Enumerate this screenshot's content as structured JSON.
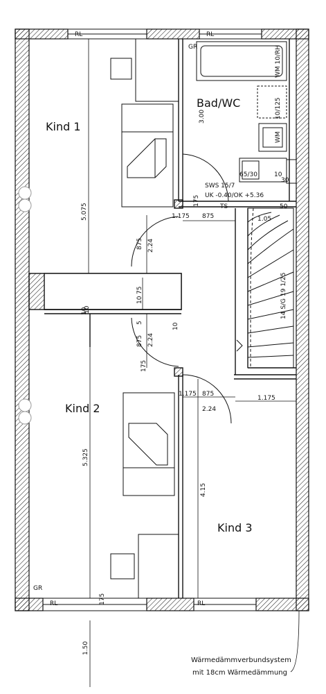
{
  "rooms": {
    "kind1": "Kind 1",
    "kind2": "Kind 2",
    "kind3": "Kind 3",
    "bad": "Bad/WC"
  },
  "window_labels": {
    "top_left": "RL",
    "top_right": "RL",
    "bottom_left": "RL",
    "bottom_right": "RL",
    "gr_top": "GR",
    "gr_bottom": "GR"
  },
  "bath_labels": {
    "wm_top": "WM 10/RH",
    "wm_mid": "10/125",
    "wm_low": "WM",
    "vanity": "65/30",
    "vanity_dim": "30",
    "vanity_dim2": "10",
    "vertical": "3.00"
  },
  "stair_labels": {
    "sws": "SWS 15/7",
    "uk": "UK -0.40/OK +5.36",
    "ts": "TS",
    "steps": "14 S/G 19 1/25"
  },
  "dimensions": {
    "kind1_height": "5.075",
    "kind2_height": "5.325",
    "kind3_height": "4.15",
    "door1_a": "1.175",
    "door1_b": "875",
    "door1_c": "2.24",
    "door1_d": "875",
    "door2_a": "875",
    "door2_b": "2.24",
    "door2_c": "1.175",
    "mid_a": "10",
    "mid_b": "75",
    "mid_c": "10",
    "mid_d": "5",
    "mid_e": "10",
    "low_a": "175",
    "low_b": "1.175",
    "low_c": "875",
    "low_d": "2.24",
    "low_e": "1.175",
    "bottom_dim": "175",
    "outer_dim": "1.50",
    "stair_dim": "1.05",
    "stair_dim2": "50",
    "wall_dim": "175",
    "wall_dim2": "10"
  },
  "note": {
    "line1": "Wärmedämmverbundsystem",
    "line2": "mit 18cm Wärmedämmung"
  }
}
